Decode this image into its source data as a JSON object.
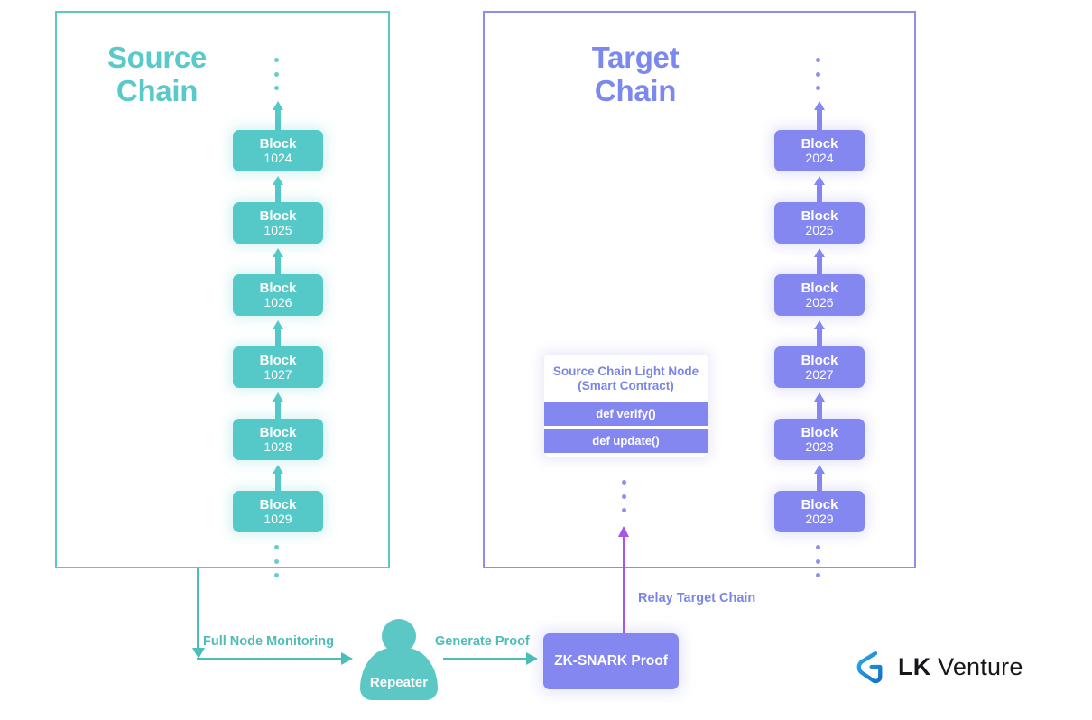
{
  "diagram": {
    "source_panel": {
      "title": "Source\nChain",
      "accent_color": "#55c8c8",
      "blocks": [
        {
          "word": "Block",
          "num": "1024"
        },
        {
          "word": "Block",
          "num": "1025"
        },
        {
          "word": "Block",
          "num": "1026"
        },
        {
          "word": "Block",
          "num": "1027"
        },
        {
          "word": "Block",
          "num": "1028"
        },
        {
          "word": "Block",
          "num": "1029"
        }
      ]
    },
    "target_panel": {
      "title": "Target\nChain",
      "accent_color": "#8487ef",
      "blocks": [
        {
          "word": "Block",
          "num": "2024"
        },
        {
          "word": "Block",
          "num": "2025"
        },
        {
          "word": "Block",
          "num": "2026"
        },
        {
          "word": "Block",
          "num": "2027"
        },
        {
          "word": "Block",
          "num": "2028"
        },
        {
          "word": "Block",
          "num": "2029"
        }
      ]
    },
    "light_node": {
      "header": "Source Chain  Light Node\n(Smart Contract)",
      "rows": [
        "def verify()",
        "def update()"
      ]
    },
    "flow": {
      "full_node_monitoring_label": "Full Node Monitoring",
      "generate_proof_label": "Generate Proof",
      "relay_target_chain_label": "Relay Target Chain",
      "repeater_label": "Repeater",
      "zk_proof_label": "ZK-SNARK Proof",
      "relay_arrow_color": "#a855e8",
      "teal_arrow_color": "#4cbdb8"
    },
    "logo": {
      "bold_text": "LK",
      "light_text": " Venture",
      "mark_color": "#1b9ee0"
    }
  }
}
